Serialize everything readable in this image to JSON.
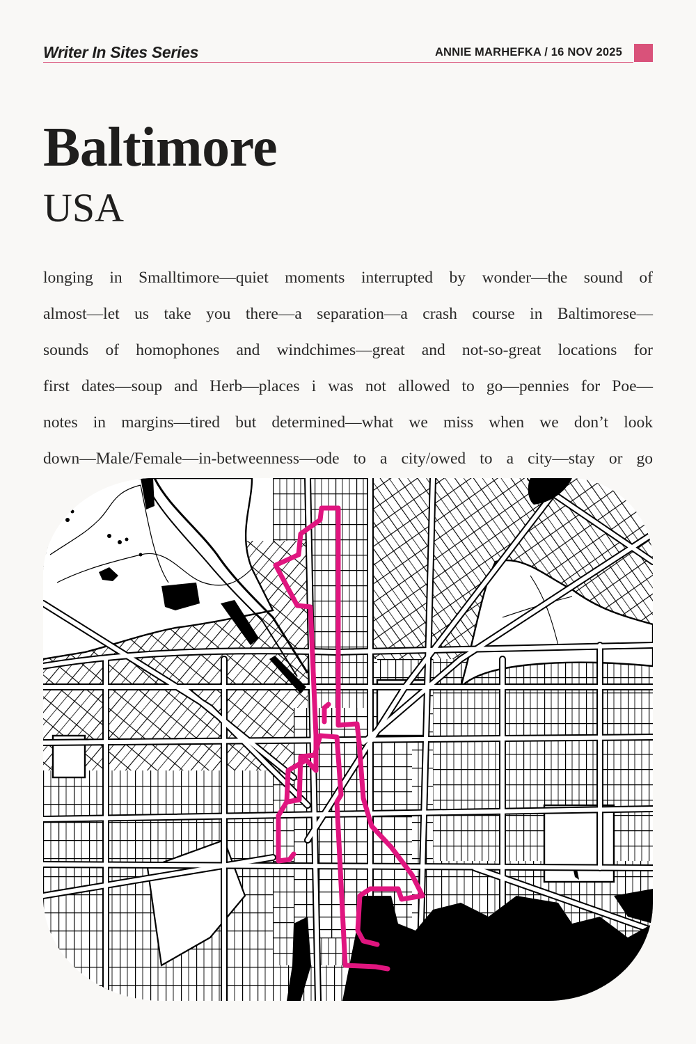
{
  "header": {
    "series": "Writer In Sites Series",
    "byline": "ANNIE MARHEFKA / 16 NOV 2025",
    "accent_color": "#d9527a"
  },
  "title": "Baltimore",
  "subtitle": "USA",
  "body_lines": [
    "longing in Smalltimore—quiet moments interrupted by wonder—the sound of",
    "almost—let us take you there—a separation—a crash course in Baltimorese—",
    "sounds of homophones and windchimes—great and not-so-great locations for",
    "first dates—soup and Herb—places i was not allowed to go—pennies for Poe—",
    "notes in margins—tired but determined—what we miss when we don’t look",
    "down—Male/Female—in-betweenness—ode to a city/owed to a city—stay or go"
  ],
  "map": {
    "city": "Baltimore",
    "style": "black-and-white street network",
    "route_color": "#e0157f",
    "water_color": "#000000",
    "street_color": "#000000",
    "background_color": "#ffffff"
  }
}
